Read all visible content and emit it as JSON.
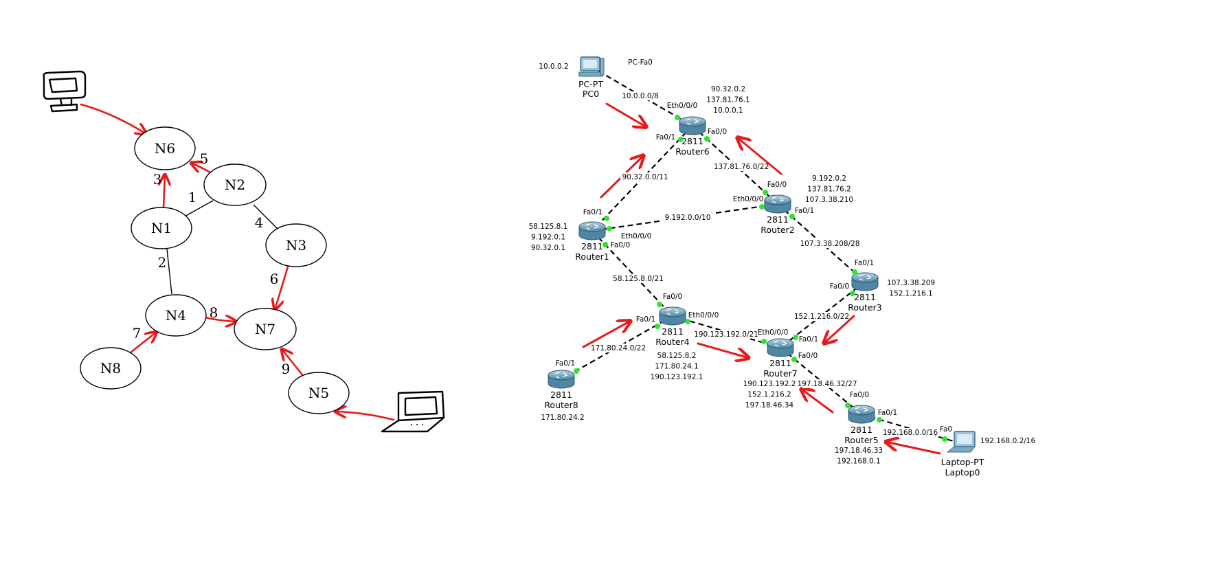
{
  "sketch": {
    "nodes": [
      {
        "id": "N1",
        "label": "N1"
      },
      {
        "id": "N2",
        "label": "N2"
      },
      {
        "id": "N3",
        "label": "N3"
      },
      {
        "id": "N4",
        "label": "N4"
      },
      {
        "id": "N5",
        "label": "N5"
      },
      {
        "id": "N6",
        "label": "N6"
      },
      {
        "id": "N7",
        "label": "N7"
      },
      {
        "id": "N8",
        "label": "N8"
      }
    ],
    "edges": [
      {
        "from": "N2",
        "to": "N1",
        "label": "1",
        "highlighted": false
      },
      {
        "from": "N1",
        "to": "N4",
        "label": "2",
        "highlighted": false
      },
      {
        "from": "N1",
        "to": "N6",
        "label": "3",
        "highlighted": true
      },
      {
        "from": "N2",
        "to": "N3",
        "label": "4",
        "highlighted": false
      },
      {
        "from": "N2",
        "to": "N6",
        "label": "5",
        "highlighted": true
      },
      {
        "from": "N3",
        "to": "N7",
        "label": "6",
        "highlighted": true
      },
      {
        "from": "N8",
        "to": "N4",
        "label": "7",
        "highlighted": true
      },
      {
        "from": "N4",
        "to": "N7",
        "label": "8",
        "highlighted": true
      },
      {
        "from": "N5",
        "to": "N7",
        "label": "9",
        "highlighted": true
      }
    ],
    "icons": [
      "desktop-computer-icon",
      "laptop-icon"
    ]
  },
  "network": {
    "pc": {
      "name": "PC-PT",
      "host": "PC0",
      "port": "PC-Fa0",
      "ip": "10.0.0.2"
    },
    "laptop": {
      "name": "Laptop-PT",
      "host": "Laptop0",
      "port": "Fa0",
      "ip": "192.168.0.2/16"
    },
    "routers": [
      {
        "id": "router6",
        "model": "2811",
        "name": "Router6",
        "ips": [
          "90.32.0.2",
          "137.81.76.1",
          "10.0.0.1"
        ]
      },
      {
        "id": "router1",
        "model": "2811",
        "name": "Router1",
        "ips": [
          "58.125.8.1",
          "9.192.0.1",
          "90.32.0.1"
        ]
      },
      {
        "id": "router2",
        "model": "2811",
        "name": "Router2",
        "ips": [
          "9.192.0.2",
          "137.81.76.2",
          "107.3.38.210"
        ]
      },
      {
        "id": "router3",
        "model": "2811",
        "name": "Router3",
        "ips": [
          "107.3.38.209",
          "152.1.216.1"
        ]
      },
      {
        "id": "router4",
        "model": "2811",
        "name": "Router4",
        "ips": [
          "58.125.8.2",
          "171.80.24.1",
          "190.123.192.1"
        ]
      },
      {
        "id": "router7",
        "model": "2811",
        "name": "Router7",
        "ips": [
          "190.123.192.2",
          "152.1.216.2",
          "197.18.46.34"
        ]
      },
      {
        "id": "router8",
        "model": "2811",
        "name": "Router8",
        "ips": [
          "171.80.24.2"
        ]
      },
      {
        "id": "router5",
        "model": "2811",
        "name": "Router5",
        "ips": [
          "197.18.46.33",
          "192.168.0.1"
        ]
      }
    ],
    "links": [
      {
        "a": "pc",
        "b": "router6",
        "network": "10.0.0.0/8",
        "port_a": "",
        "port_b": "Eth0/0/0"
      },
      {
        "a": "router6",
        "b": "router1",
        "network": "90.32.0.0/11",
        "port_a": "Fa0/1",
        "port_b": "Fa0/1"
      },
      {
        "a": "router6",
        "b": "router2",
        "network": "137.81.76.0/22",
        "port_a": "Fa0/0",
        "port_b": "Fa0/0"
      },
      {
        "a": "router1",
        "b": "router2",
        "network": "9.192.0.0/10",
        "port_a": "Eth0/0/0",
        "port_b": "Eth0/0/0"
      },
      {
        "a": "router2",
        "b": "router3",
        "network": "107.3.38.208/28",
        "port_a": "Fa0/1",
        "port_b": "Fa0/1"
      },
      {
        "a": "router1",
        "b": "router4",
        "network": "58.125.8.0/21",
        "port_a": "Fa0/0",
        "port_b": "Fa0/0"
      },
      {
        "a": "router3",
        "b": "router7",
        "network": "152.1.216.0/22",
        "port_a": "Fa0/0",
        "port_b": "Fa0/1"
      },
      {
        "a": "router4",
        "b": "router7",
        "network": "190.123.192.0/21",
        "port_a": "Eth0/0/0",
        "port_b": "Eth0/0/0"
      },
      {
        "a": "router4",
        "b": "router8",
        "network": "171.80.24.0/22",
        "port_a": "Fa0/1",
        "port_b": "Fa0/1"
      },
      {
        "a": "router7",
        "b": "router5",
        "network": "197.18.46.32/27",
        "port_a": "Fa0/0",
        "port_b": "Fa0/0"
      },
      {
        "a": "router5",
        "b": "laptop",
        "network": "192.168.0.0/16",
        "port_a": "Fa0/1",
        "port_b": "Fa0"
      }
    ]
  },
  "colors": {
    "highlight": "#e8191b",
    "link": "#000000",
    "port_dot": "#2ee62e",
    "router_body": "#6fa3bd"
  }
}
